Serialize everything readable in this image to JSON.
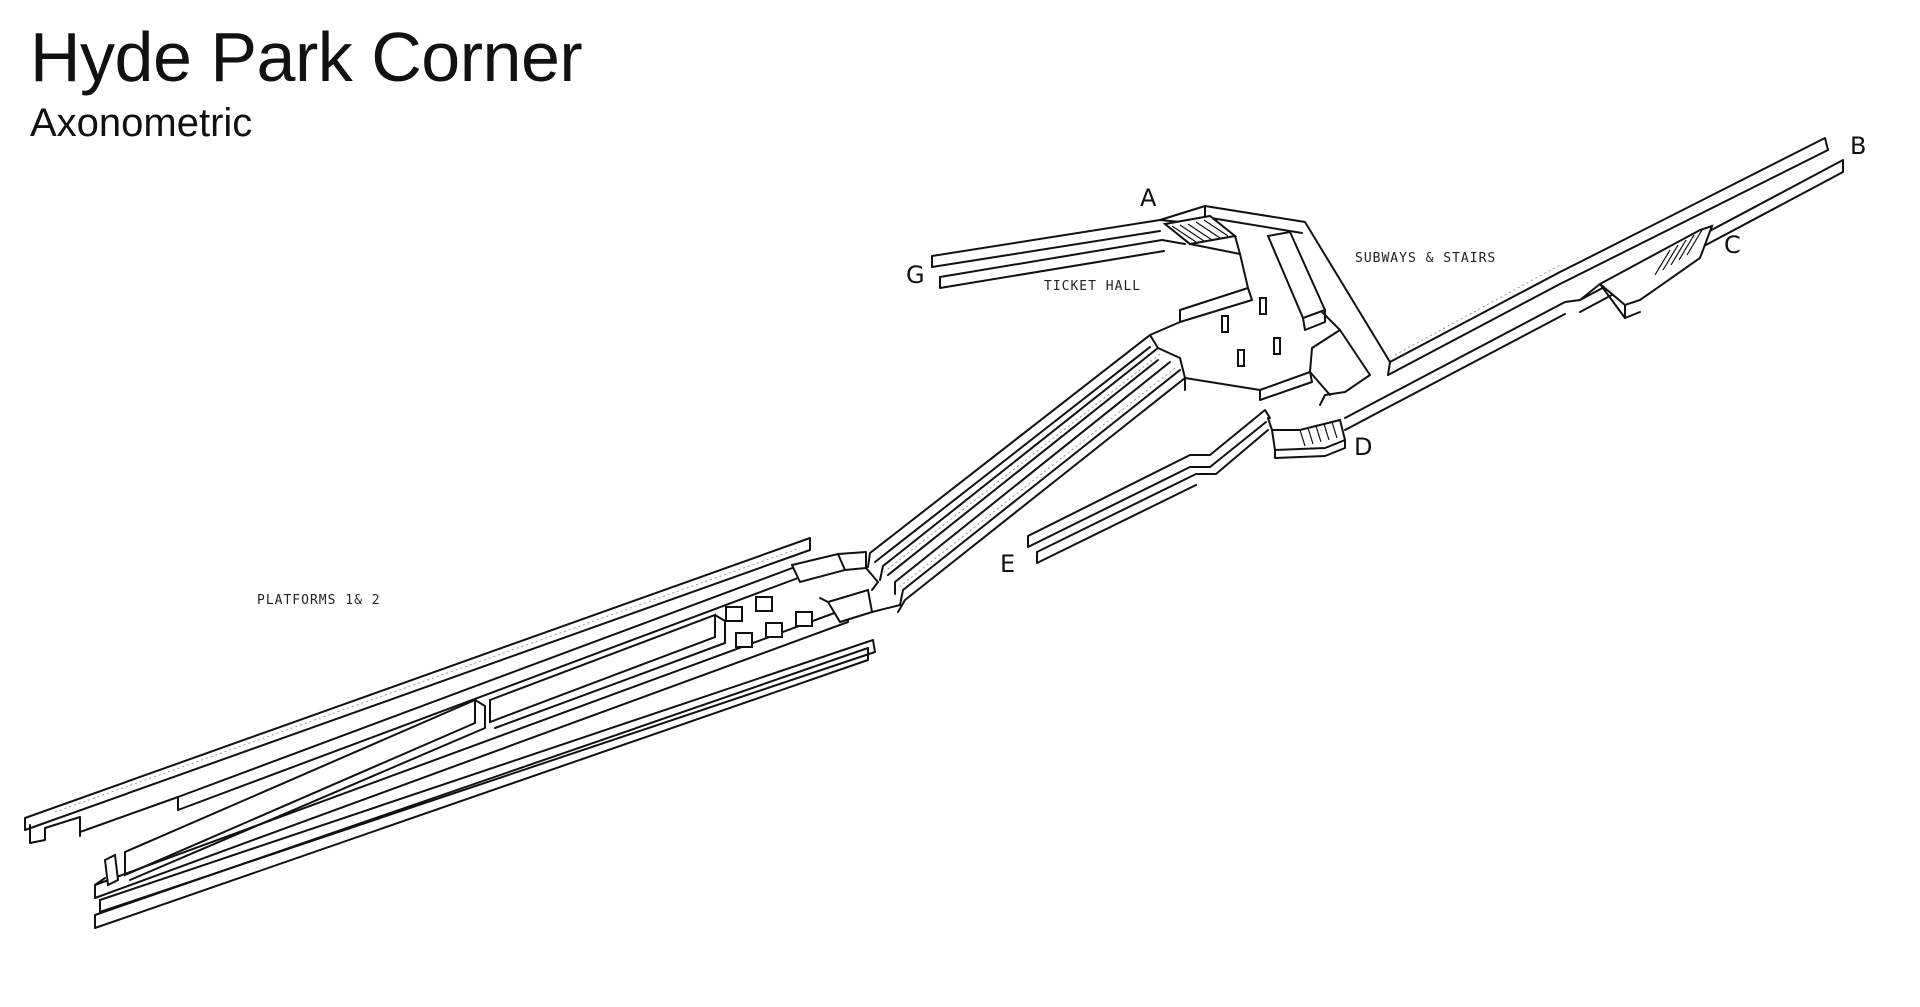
{
  "header": {
    "title": "Hyde Park Corner",
    "subtitle": "Axonometric"
  },
  "areas": {
    "ticket_hall": "TICKET HALL",
    "subways": "SUBWAYS & STAIRS",
    "platforms": "PLATFORMS 1& 2"
  },
  "points": {
    "a": "A",
    "b": "B",
    "c": "C",
    "d": "D",
    "e": "E",
    "g": "G"
  }
}
